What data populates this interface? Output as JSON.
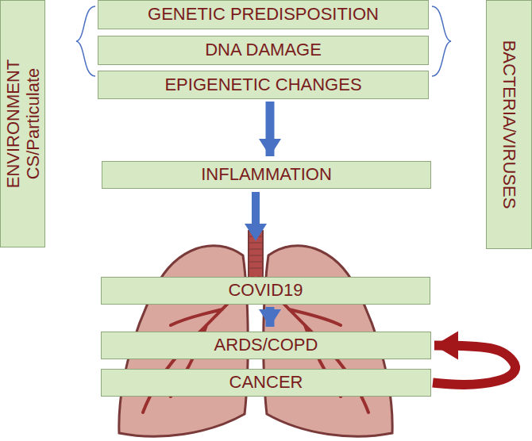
{
  "diagram": {
    "nodes": [
      {
        "text": [
          "ENVIRONMENT CS/Particulate"
        ]
      },
      {
        "text": [
          "GENETIC PREDISPOSITION"
        ]
      },
      {
        "text": [
          "DNA DAMAGE"
        ]
      },
      {
        "text": [
          "EPIGENETIC CHANGES"
        ]
      },
      {
        "text": [
          "BACTERIA/VIRUSES"
        ]
      },
      {
        "text": [
          "INFLAMMATION"
        ]
      },
      {
        "text": [
          "COVID19"
        ]
      },
      {
        "text": [
          "ARDS/COPD"
        ]
      },
      {
        "text": [
          "CANCER"
        ]
      }
    ],
    "edges": [
      {
        "from": 3,
        "to": 5,
        "arrow": "to"
      },
      {
        "from": 6,
        "to": 7,
        "arrow": "to"
      },
      {
        "from": 8,
        "to": 7,
        "arrow": "to"
      }
    ]
  }
}
